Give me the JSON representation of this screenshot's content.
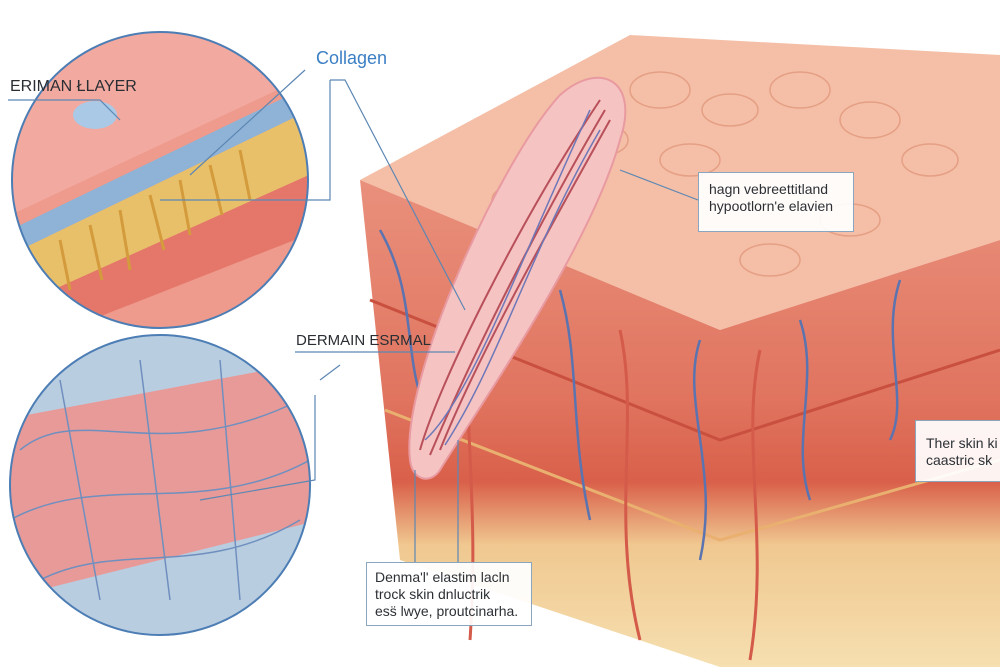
{
  "labels": {
    "epidermal_layer": "ERIMAN ŁLAYER",
    "collagen": "Collagen",
    "dermal": "DERMAIN ESRMAL"
  },
  "callouts": {
    "top_right": [
      "hagn vebreettitland",
      "hypootlorn'e elavien"
    ],
    "bottom_center": [
      "Denma'l' elastim lacln",
      "trock skin dnluctrik",
      "ess̈ lwye, proutcinarha."
    ],
    "right_edge": [
      "Ther skin ki",
      "caastric sk"
    ]
  },
  "colors": {
    "collagen_label": "#3b7fc4",
    "skin_top": "#f3b9a0",
    "dermis": "#e57a6a",
    "fat": "#f1d49a",
    "vessel": "#5b74b0"
  }
}
